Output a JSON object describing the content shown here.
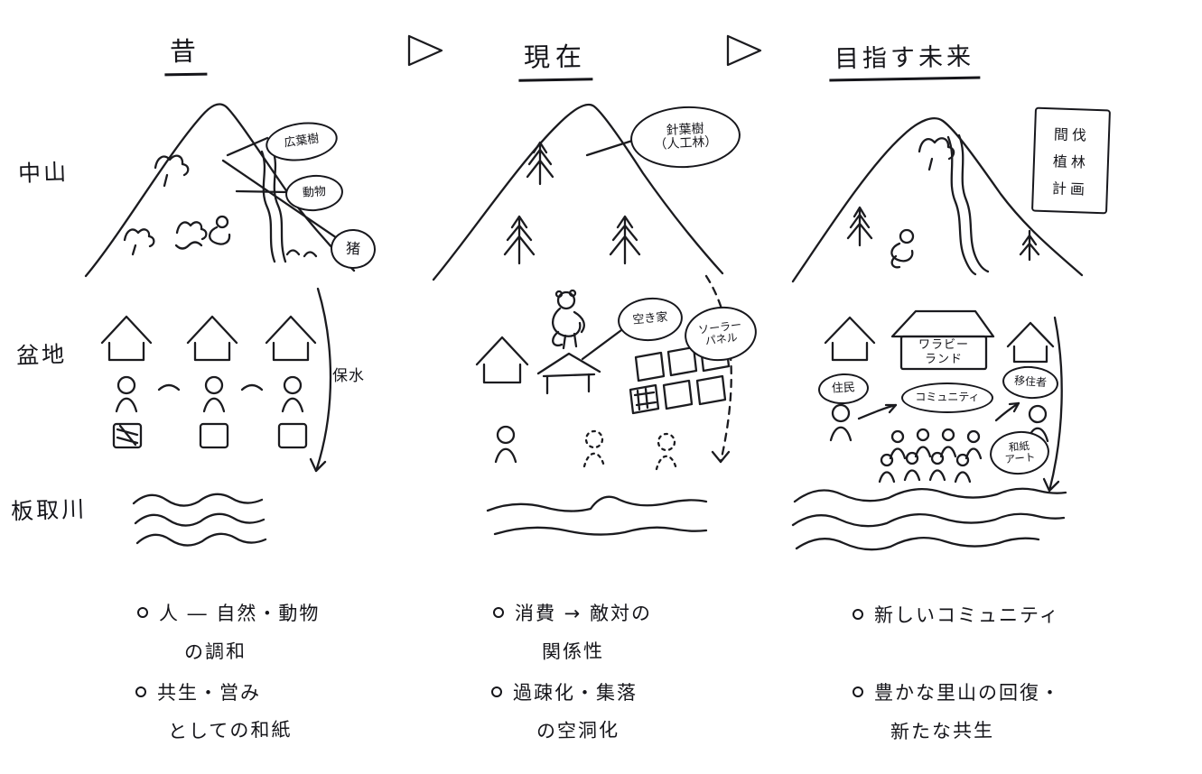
{
  "header": {
    "past": "昔",
    "present": "現在",
    "future": "目指す未来"
  },
  "rows": {
    "mountain": "中山",
    "basin": "盆地",
    "river": "板取川"
  },
  "past": {
    "labels": {
      "broadleaf": "広葉樹",
      "animal": "動物",
      "boar": "猪",
      "water_retention": "保水"
    },
    "bullets": [
      {
        "line1": "人 ― 自然・動物",
        "line2": "の調和"
      },
      {
        "line1": "共生・営み",
        "line2": "としての和紙"
      }
    ]
  },
  "present": {
    "labels": {
      "conifer_line1": "針葉樹",
      "conifer_line2": "（人工林）",
      "vacant_house": "空き家",
      "solar_line1": "ソーラー",
      "solar_line2": "パネル"
    },
    "bullets": [
      {
        "line1": "消費 → 敵対の",
        "line2": "関係性"
      },
      {
        "line1": "過疎化・集落",
        "line2": "の空洞化"
      }
    ]
  },
  "future": {
    "labels": {
      "note_line1": "間伐",
      "note_line2": "植林",
      "note_line3": "計画",
      "facility_line1": "ワラビー",
      "facility_line2": "ランド",
      "residents": "住民",
      "community": "コミュニティ",
      "migrants": "移住者",
      "washi_line1": "和紙",
      "washi_line2": "アート"
    },
    "bullets": [
      {
        "line1": "新しいコミュニティ"
      },
      {
        "line1": "豊かな里山の回復・",
        "line2": "新たな共生"
      }
    ]
  }
}
